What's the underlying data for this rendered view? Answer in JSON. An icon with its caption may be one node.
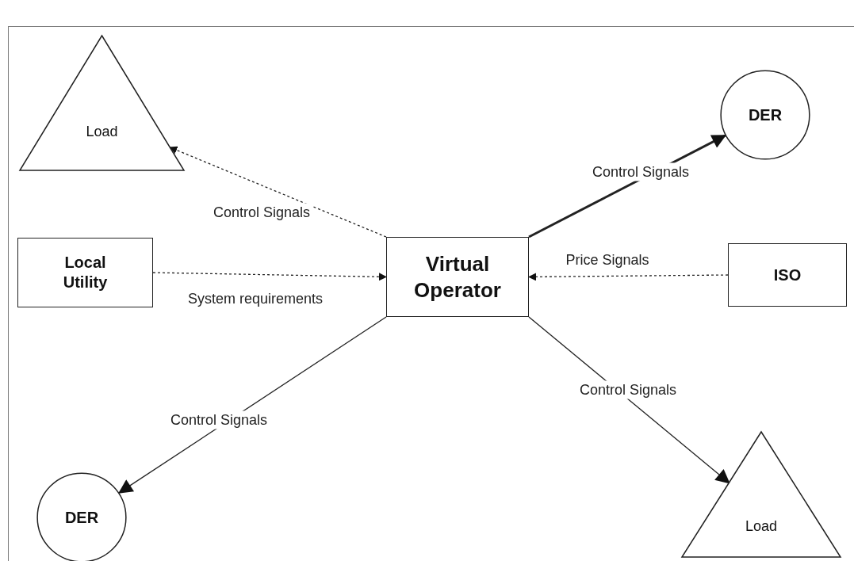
{
  "diagram": {
    "nodes": [
      {
        "text": [
          "Load"
        ]
      },
      {
        "text": [
          "DER"
        ]
      },
      {
        "text": [
          "Local Utility"
        ]
      },
      {
        "text": [
          "Virtual Operator"
        ]
      },
      {
        "text": [
          "ISO"
        ]
      },
      {
        "text": [
          "DER"
        ]
      },
      {
        "text": [
          "Load"
        ]
      }
    ],
    "edges": [
      {
        "from": 3,
        "to": 0,
        "arrow": "to",
        "label": "Control Signals",
        "style": "dashed"
      },
      {
        "from": 3,
        "to": 1,
        "arrow": "to",
        "label": "Control Signals",
        "style": "thick"
      },
      {
        "from": 2,
        "to": 3,
        "arrow": "to",
        "label": "System requirements",
        "style": "dashed"
      },
      {
        "from": 4,
        "to": 3,
        "arrow": "to",
        "label": "Price Signals",
        "style": "dashed"
      },
      {
        "from": 3,
        "to": 5,
        "arrow": "to",
        "label": "Control Signals"
      },
      {
        "from": 3,
        "to": 6,
        "arrow": "to",
        "label": "Control Signals"
      }
    ]
  }
}
